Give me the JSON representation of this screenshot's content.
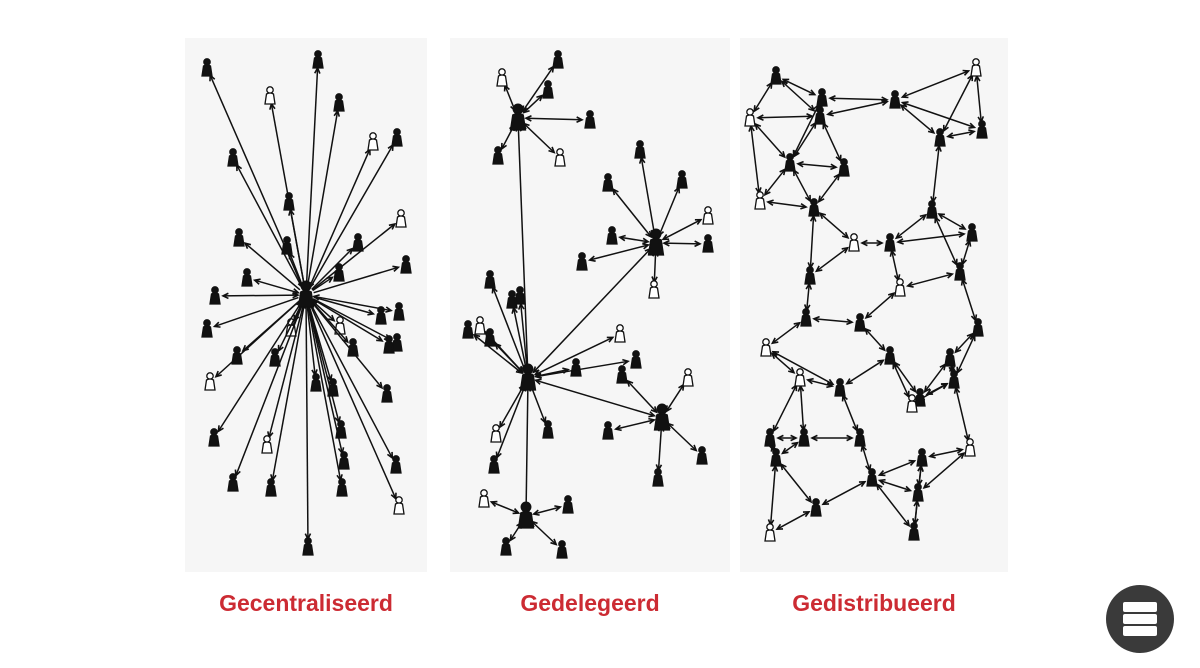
{
  "captions": {
    "centralized": "Gecentraliseerd",
    "decentralized": "Gedelegeerd",
    "distributed": "Gedistribueerd"
  },
  "colors": {
    "caption": "#cc2b33",
    "ink": "#111111",
    "logo_bg": "#3a3a3a"
  },
  "logo_icon": "stacked-layers-icon"
}
